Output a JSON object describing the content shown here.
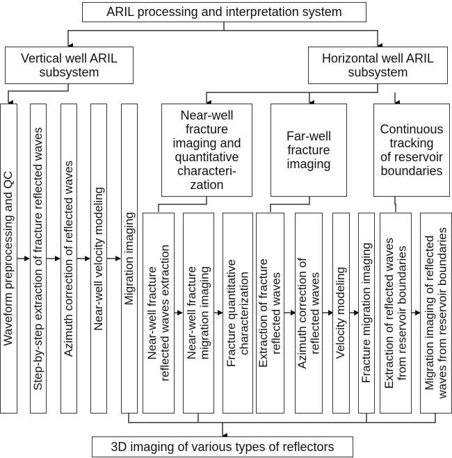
{
  "diagram": {
    "root": "ARIL processing and interpretation system",
    "vertical_subsystem": {
      "title": "Vertical well ARIL subsystem",
      "steps": [
        "Waveform preprocessing and QC",
        "Step-by-step extraction of fracture reflected waves",
        "Azimuth correction of reflected waves",
        "Near-well velocity modeling",
        "Migration imaging"
      ]
    },
    "horizontal_subsystem": {
      "title": "Horizontal well ARIL subsystem",
      "modules": [
        {
          "title": "Near-well fracture imaging and quantitative characteri-zation",
          "steps": [
            "Near-well fracture reflected waves extraction",
            "Near-well fracture migration imaging",
            "Fracture quantitative characterization"
          ]
        },
        {
          "title": "Far-well fracture imaging",
          "steps": [
            "Extraction of fracture reflected waves",
            "Azimuth correction of reflected waves",
            "Velocity modeling",
            "Fracture migration imaging"
          ]
        },
        {
          "title": "Continuous tracking of reservoir boundaries",
          "steps": [
            "Extraction of reflected waves from reservoir boundaries",
            "Migration imaging of reflected waves from reservoir boundaries"
          ]
        }
      ]
    },
    "output": "3D imaging of various types of reflectors"
  },
  "labels": {
    "vsub_l1": "Vertical well ARIL",
    "vsub_l2": "subsystem",
    "hsub_l1": "Horizontal well ARIL",
    "hsub_l2": "subsystem",
    "near_l1": "Near-well",
    "near_l2": "fracture",
    "near_l3": "imaging and",
    "near_l4": "quantitative",
    "near_l5": "characteri-",
    "near_l6": "zation",
    "far_l1": "Far-well",
    "far_l2": "fracture",
    "far_l3": "imaging",
    "cont_l1": "Continuous",
    "cont_l2": "tracking",
    "cont_l3": "of reservoir",
    "cont_l4": "boundaries",
    "hn1_l1": "Near-well fracture",
    "hn1_l2": "reflected waves extraction",
    "hn2_l1": "Near-well fracture",
    "hn2_l2": "migration imaging",
    "hn3_l1": "Fracture quantitative",
    "hn3_l2": "characterization",
    "hf1_l1": "Extraction of fracture",
    "hf1_l2": "reflected waves",
    "hf2_l1": "Azimuth correction of",
    "hf2_l2": "reflected waves",
    "hc1_l1": "Extraction of reflected waves",
    "hc1_l2": "from reservoir boundaries",
    "hc2_l1": "Migration imaging of reflected",
    "hc2_l2": "waves from reservoir boundaries"
  }
}
